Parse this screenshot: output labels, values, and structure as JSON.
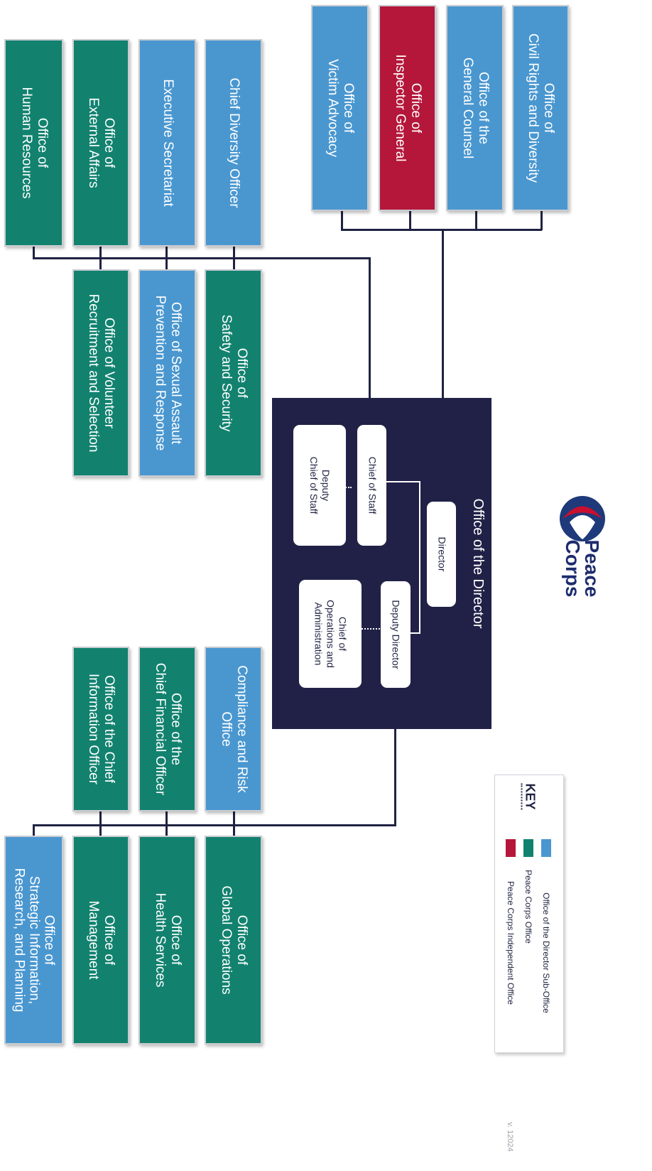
{
  "logo": {
    "line1": "Peace",
    "line2": "Corps"
  },
  "offices_top_right": [
    {
      "label": "Office of\nCivil Rights and Diversity",
      "color": "blue"
    },
    {
      "label": "Office of the\nGeneral Counsel",
      "color": "blue"
    },
    {
      "label": "Office of\nInspector General",
      "color": "red"
    },
    {
      "label": "Office of\nVictim Advocacy",
      "color": "blue"
    }
  ],
  "offices_top_left": [
    {
      "label": "Chief Diversity Officer",
      "color": "blue"
    },
    {
      "label": "Executive Secretariat",
      "color": "blue"
    },
    {
      "label": "Office of\nExternal Affairs",
      "color": "teal"
    },
    {
      "label": "Office of\nHuman Resources",
      "color": "teal"
    }
  ],
  "offices_upper_middle": [
    {
      "label": "Office of\nSafety and Security",
      "color": "teal"
    },
    {
      "label": "Office of Sexual Assault\nPrevention and Response",
      "color": "blue"
    },
    {
      "label": "Office of Volunteer\nRecruitment and Selection",
      "color": "teal"
    }
  ],
  "director_office": {
    "title": "Office of the Director",
    "director": "Director",
    "chief_of_staff": "Chief of Staff",
    "deputy_chief_of_staff": "Deputy\nChief of Staff",
    "deputy_director": "Deputy Director",
    "chief_ops": "Chief of\nOperations and\nAdministration"
  },
  "offices_lower_middle": [
    {
      "label": "Compliance and Risk\nOffice",
      "color": "blue"
    },
    {
      "label": "Office of the\nChief Financial Officer",
      "color": "teal"
    },
    {
      "label": "Office of the Chief\nInformation Officer",
      "color": "teal"
    }
  ],
  "offices_bottom": [
    {
      "label": "Office of\nGlobal Operations",
      "color": "teal"
    },
    {
      "label": "Office of\nHealth Services",
      "color": "teal"
    },
    {
      "label": "Office of\nManagement",
      "color": "teal"
    },
    {
      "label": "Office of\nStrategic Information,\nResearch, and Planning",
      "color": "blue"
    }
  ],
  "key": {
    "title": "KEY",
    "items": [
      {
        "label": "Office of the Director Sub-Office",
        "color": "#4a97d0"
      },
      {
        "label": "Peace Corps Office",
        "color": "#12826f"
      },
      {
        "label": "Peace Corps Independent Office",
        "color": "#b4173a"
      }
    ]
  },
  "version": "v. 12024"
}
